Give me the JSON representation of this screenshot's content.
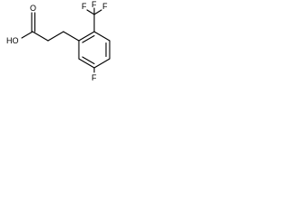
{
  "molecule": {
    "atoms": {
      "hydroxyl": "HO",
      "carbonyl_oxygen": "O",
      "cf3_fluorine_left": "F",
      "cf3_fluorine_top": "F",
      "cf3_fluorine_right": "F",
      "ring_fluorine": "F"
    }
  },
  "colors": {
    "bond": "#000000",
    "label": "#000000",
    "background": "#ffffff"
  }
}
